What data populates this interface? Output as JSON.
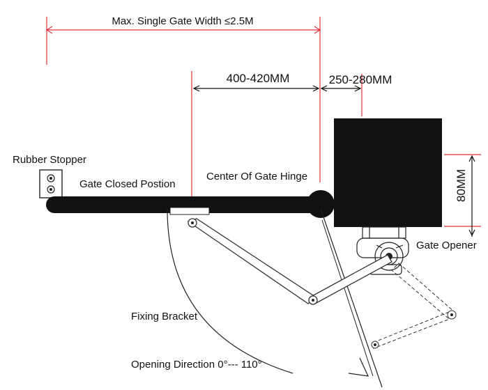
{
  "labels": {
    "max_width": "Max. Single Gate Width ≤2.5M",
    "dim_400": "400-420MM",
    "dim_250": "250-280MM",
    "dim_80": "80MM",
    "rubber_stopper": "Rubber Stopper",
    "gate_closed": "Gate Closed Postion",
    "center_hinge": "Center Of Gate Hinge",
    "gate_opener": "Gate Opener",
    "fixing_bracket": "Fixing Bracket",
    "opening_direction": "Opening Direction 0°--- 110°"
  },
  "colors": {
    "dimension_lines": "#e0303a",
    "gate_bar": "#111111",
    "opener_box": "#111111"
  }
}
